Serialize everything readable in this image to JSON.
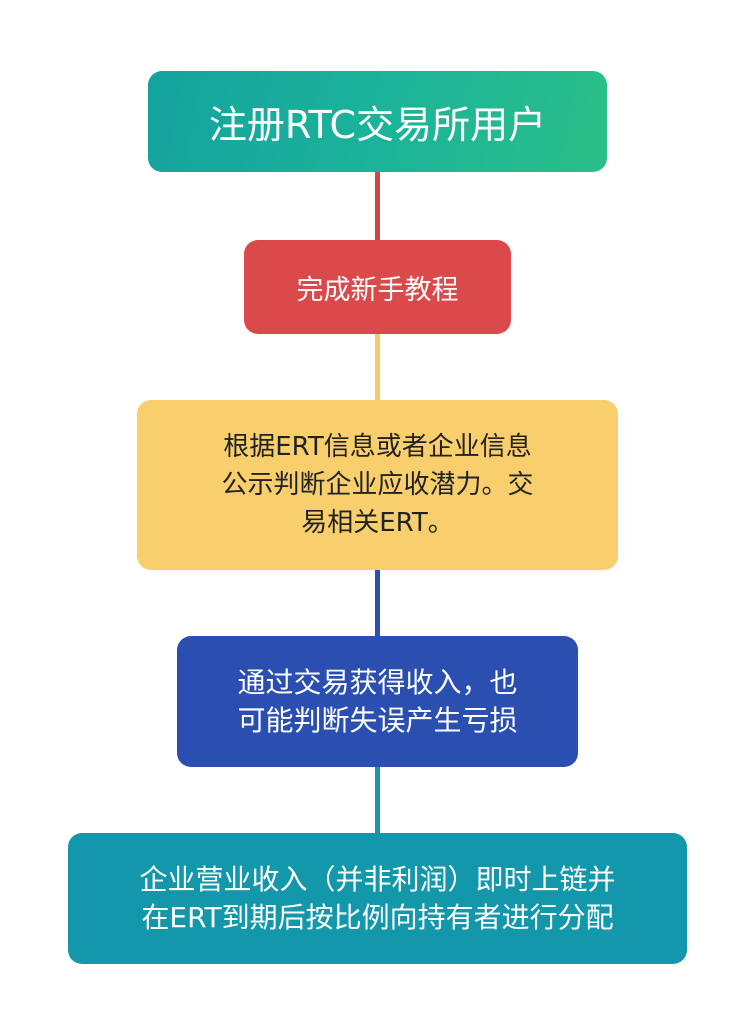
{
  "steps": [
    {
      "lines": [
        "注册RTC交易所用户"
      ],
      "color": "#1bb39a"
    },
    {
      "lines": [
        "完成新手教程"
      ],
      "color": "#db4a4b"
    },
    {
      "lines": [
        "根据ERT信息或者企业信息",
        "公示判断企业应收潜力。交",
        "易相关ERT。"
      ],
      "color": "#f8cf6c"
    },
    {
      "lines": [
        "通过交易获得收入，也",
        "可能判断失误产生亏损"
      ],
      "color": "#2a4fb1"
    },
    {
      "lines": [
        "企业营业收入（并非利润）即时上链并",
        "在ERT到期后按比例向持有者进行分配"
      ],
      "color": "#1397ab"
    }
  ]
}
